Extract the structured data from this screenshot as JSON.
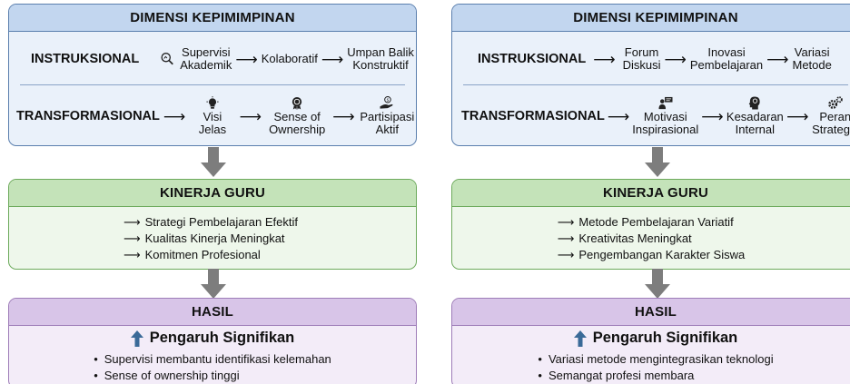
{
  "colors": {
    "dimension_accent": "#5b7fae",
    "kinerja_accent": "#6daa5c",
    "hasil_accent": "#9e7db8",
    "flow_arrow": "#7d7d7d",
    "up_arrow": "#3a6a98"
  },
  "left": {
    "dimension": {
      "title": "DIMENSI KEPIMIMPINAN",
      "instruksional": {
        "label": "INSTRUKSIONAL",
        "items": [
          {
            "icon": "magnifier-chart-icon",
            "text": "Supervisi\nAkademik"
          },
          {
            "text": "Kolaboratif"
          },
          {
            "text": "Umpan Balik\nKonstruktif"
          }
        ]
      },
      "transformasional": {
        "label": "TRANSFORMASIONAL",
        "items": [
          {
            "icon": "lightbulb-icon",
            "text": "Visi\nJelas"
          },
          {
            "icon": "medal-icon",
            "text": "Sense of\nOwnership"
          },
          {
            "icon": "hand-coin-icon",
            "text": "Partisipasi\nAktif"
          }
        ]
      }
    },
    "kinerja": {
      "title": "KINERJA GURU",
      "items": [
        "Strategi Pembelajaran Efektif",
        "Kualitas Kinerja Meningkat",
        "Komitmen Profesional"
      ]
    },
    "hasil": {
      "title": "HASIL",
      "headline": "Pengaruh Signifikan",
      "items": [
        "Supervisi membantu identifikasi kelemahan",
        "Sense of ownership tinggi"
      ]
    }
  },
  "right": {
    "dimension": {
      "title": "DIMENSI KEPIMIMPINAN",
      "instruksional": {
        "label": "INSTRUKSIONAL",
        "items": [
          {
            "text": "Forum\nDiskusi"
          },
          {
            "text": "Inovasi\nPembelajaran"
          },
          {
            "text": "Variasi\nMetode"
          }
        ]
      },
      "transformasional": {
        "label": "TRANSFORMASIONAL",
        "items": [
          {
            "icon": "presenter-icon",
            "text": "Motivasi\nInspirasional"
          },
          {
            "icon": "head-brain-icon",
            "text": "Kesadaran\nInternal"
          },
          {
            "icon": "gears-icon",
            "text": "Peran\nStrategis"
          }
        ]
      }
    },
    "kinerja": {
      "title": "KINERJA GURU",
      "items": [
        "Metode Pembelajaran Variatif",
        "Kreativitas Meningkat",
        "Pengembangan Karakter Siswa"
      ]
    },
    "hasil": {
      "title": "HASIL",
      "headline": "Pengaruh Signifikan",
      "items": [
        "Variasi metode mengintegrasikan teknologi",
        "Semangat profesi membara"
      ]
    }
  }
}
